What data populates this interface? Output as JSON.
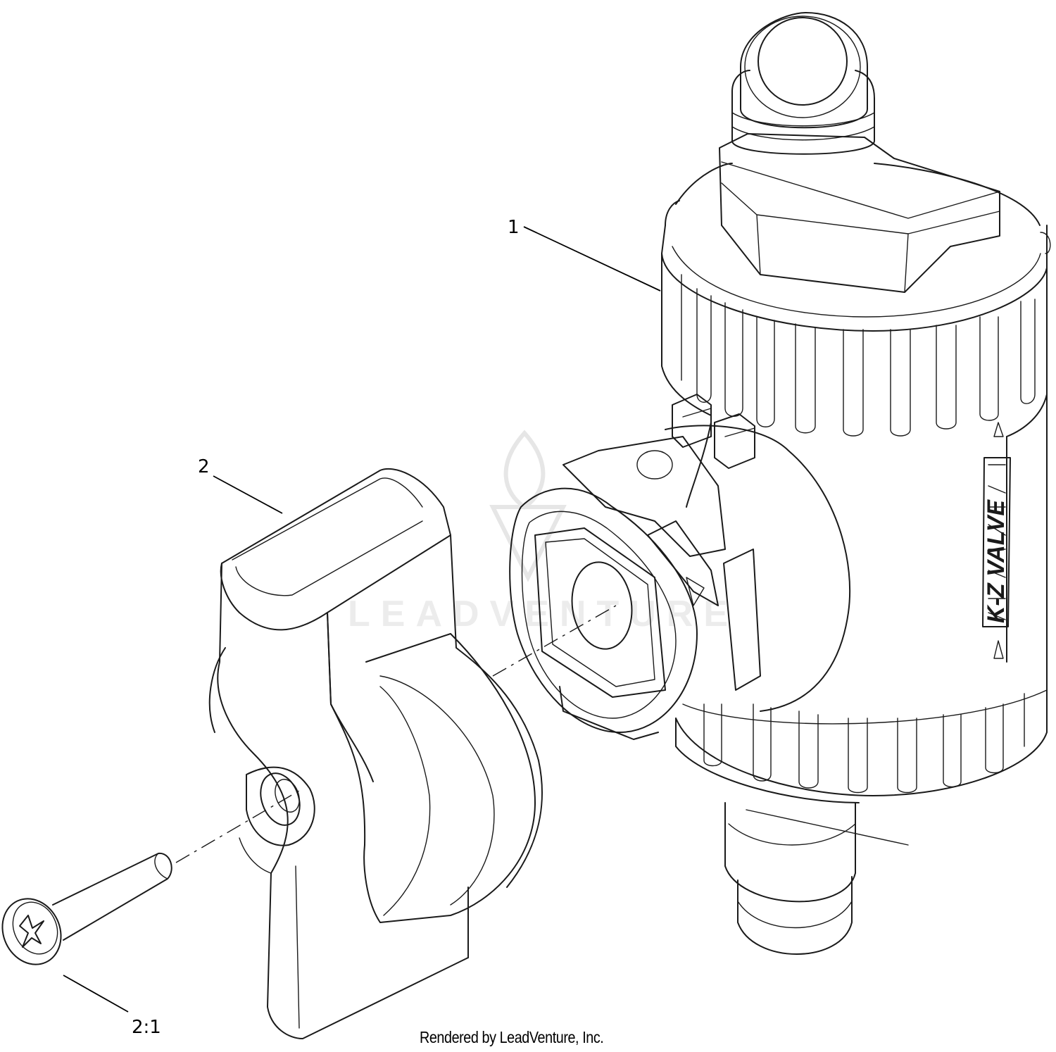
{
  "diagram": {
    "callouts": {
      "part_1": "1",
      "part_2": "2",
      "part_2_1": "2:1"
    },
    "brand_marking": "K-Z VALVE",
    "watermark": "LEADVENTURE",
    "credit": "Rendered by LeadVenture, Inc."
  },
  "colors": {
    "line": "#1a1a1a",
    "background": "#ffffff",
    "watermark": "#ececec"
  }
}
